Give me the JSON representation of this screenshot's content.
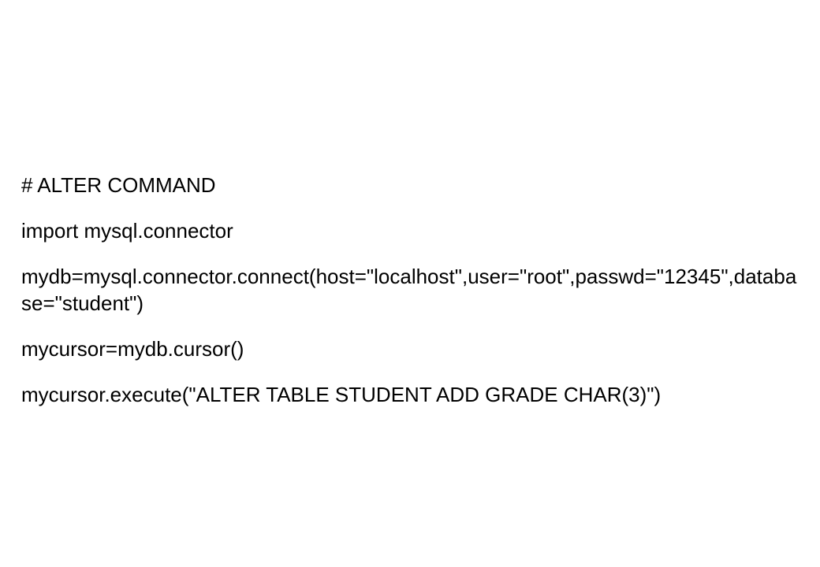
{
  "slide": {
    "lines": [
      "# ALTER COMMAND",
      "import mysql.connector",
      "mydb=mysql.connector.connect(host=\"localhost\",user=\"root\",passwd=\"12345\",database=\"student\")",
      "mycursor=mydb.cursor()",
      "mycursor.execute(\"ALTER TABLE STUDENT ADD GRADE CHAR(3)\")"
    ]
  }
}
